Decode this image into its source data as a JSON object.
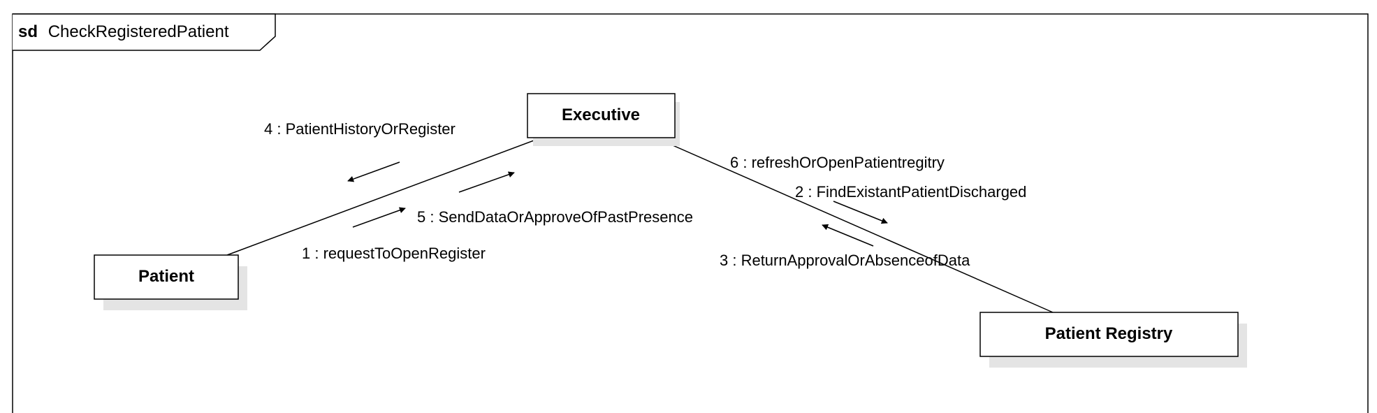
{
  "frame": {
    "keyword": "sd",
    "name": "CheckRegisteredPatient"
  },
  "objects": {
    "executive": "Executive",
    "patient": "Patient",
    "registry": "Patient Registry"
  },
  "messages": {
    "m1": "1 : requestToOpenRegister",
    "m2": "2 : FindExistantPatientDischarged",
    "m3": "3 : ReturnApprovalOrAbsenceofData",
    "m4": "4 : PatientHistoryOrRegister",
    "m5": "5 : SendDataOrApproveOfPastPresence",
    "m6": "6 : refreshOrOpenPatientregitry"
  },
  "colors": {
    "line": "#000000",
    "shadow": "#e4e4e4",
    "box_fill": "#ffffff"
  }
}
